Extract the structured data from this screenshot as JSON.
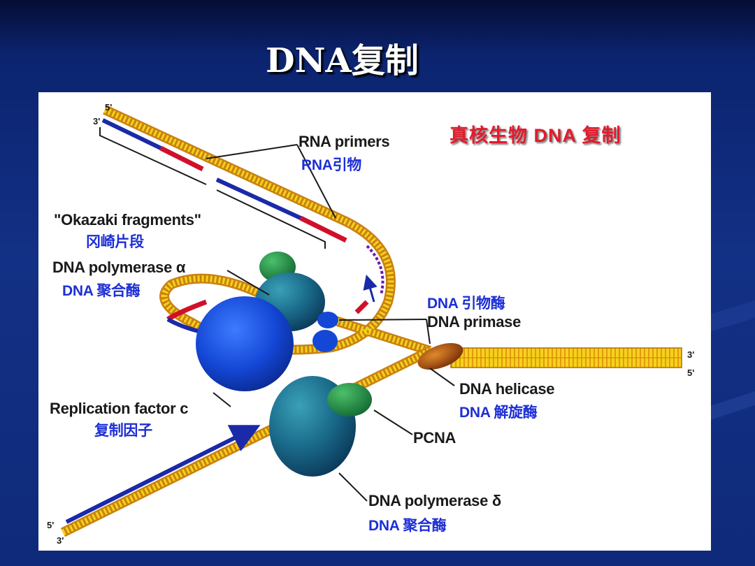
{
  "slide": {
    "title": "DNA复制"
  },
  "figure": {
    "heading": "真核生物 DNA 复制",
    "labels": {
      "rna_primers": "RNA primers",
      "rna_primers_cn": "RNA引物",
      "okazaki": "\"Okazaki fragments\"",
      "okazaki_cn": "冈崎片段",
      "pol_alpha": "DNA polymerase α",
      "pol_alpha_cn": "DNA 聚合酶",
      "primase_cn": "DNA 引物酶",
      "primase": "DNA primase",
      "helicase": "DNA helicase",
      "helicase_cn": "DNA 解旋酶",
      "rfc": "Replication factor c",
      "rfc_cn": "复制因子",
      "pcna": "PCNA",
      "pol_delta": "DNA polymerase δ",
      "pol_delta_cn": "DNA 聚合酶"
    },
    "strand_ends": {
      "top_5": "5'",
      "top_3": "3'",
      "right_3": "3'",
      "right_5": "5'",
      "bottom_5": "5'",
      "bottom_3": "3'"
    }
  },
  "colors": {
    "background": "#0f2a7a",
    "heading_red": "#e21b2c",
    "chinese_blue": "#1d2fd6",
    "strand_yellow": "#f5d21a",
    "strand_blue": "#1a2aa8",
    "primer_red": "#d0102a"
  }
}
